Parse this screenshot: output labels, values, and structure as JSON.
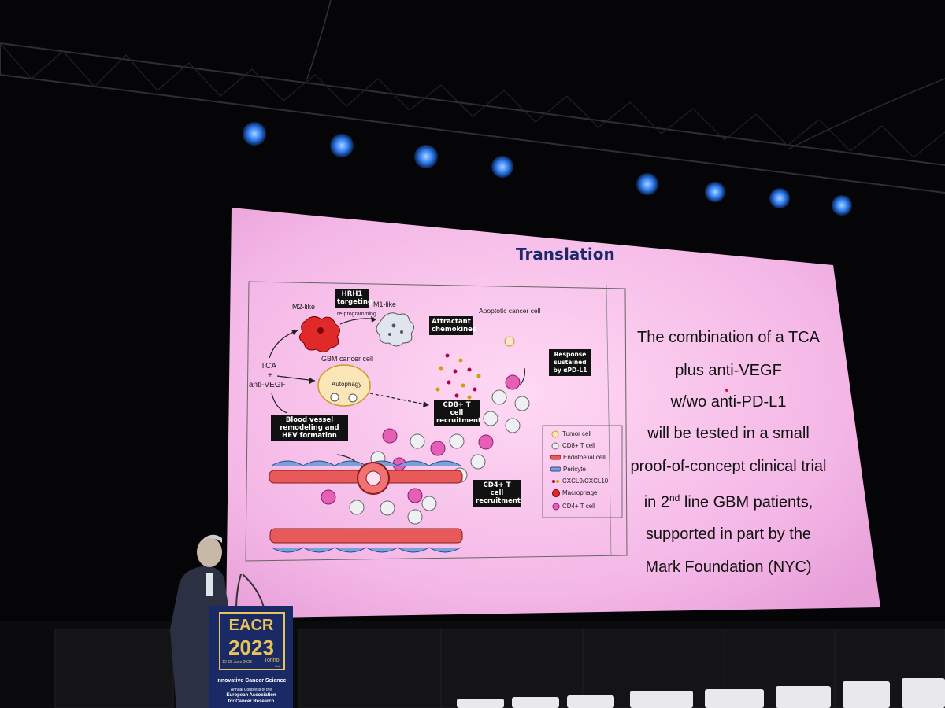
{
  "slide": {
    "title": "Translation",
    "body_lines": [
      "The combination of a TCA",
      "plus anti-VEGF",
      "w/wo anti-PD-L1",
      "will be tested in a small",
      "proof-of-concept clinical trial",
      "line GBM patients,",
      "supported in part by the",
      "Mark Foundation (NYC)"
    ],
    "line6_prefix": "in 2",
    "line6_sup": "nd",
    "diagram": {
      "labels": {
        "m2": "M2-like",
        "m1": "M1-like",
        "reprog": "re-programming",
        "apoptotic": "Apoptotic cancer cell",
        "gbm": "GBM cancer cell",
        "autophagy": "Autophagy",
        "tca": "TCA",
        "plus": "+",
        "antivegf": "anti-VEGF"
      },
      "boxes": {
        "hrh1": "HRH1 targeting",
        "attractant": "Attractant chemokines",
        "response": "Response sustained by αPD-L1",
        "cd8": "CD8+ T cell recruitment",
        "blood": "Blood vessel remodeling and HEV formation",
        "cd4": "CD4+ T cell recruitment"
      },
      "legend": [
        "Tumor cell",
        "CD8+ T cell",
        "Endothelial cell",
        "Pericyte",
        "CXCL9/CXCL10",
        "Macrophage",
        "CD4+ T cell"
      ]
    }
  },
  "podium": {
    "brand": "EACR",
    "year": "2023",
    "dates": "12-15 June 2023",
    "city": "Torino",
    "country": "Italy",
    "tagline": "Innovative Cancer Science",
    "subline1": "Annual Congress of the",
    "subline2": "European Association",
    "subline3": "for Cancer Research"
  },
  "colors": {
    "screen": "#f3b8e6",
    "title": "#1c2a6b",
    "stage_lights": "#3a8cff",
    "podium": "#1a2a66",
    "podium_accent": "#e8c35a"
  }
}
